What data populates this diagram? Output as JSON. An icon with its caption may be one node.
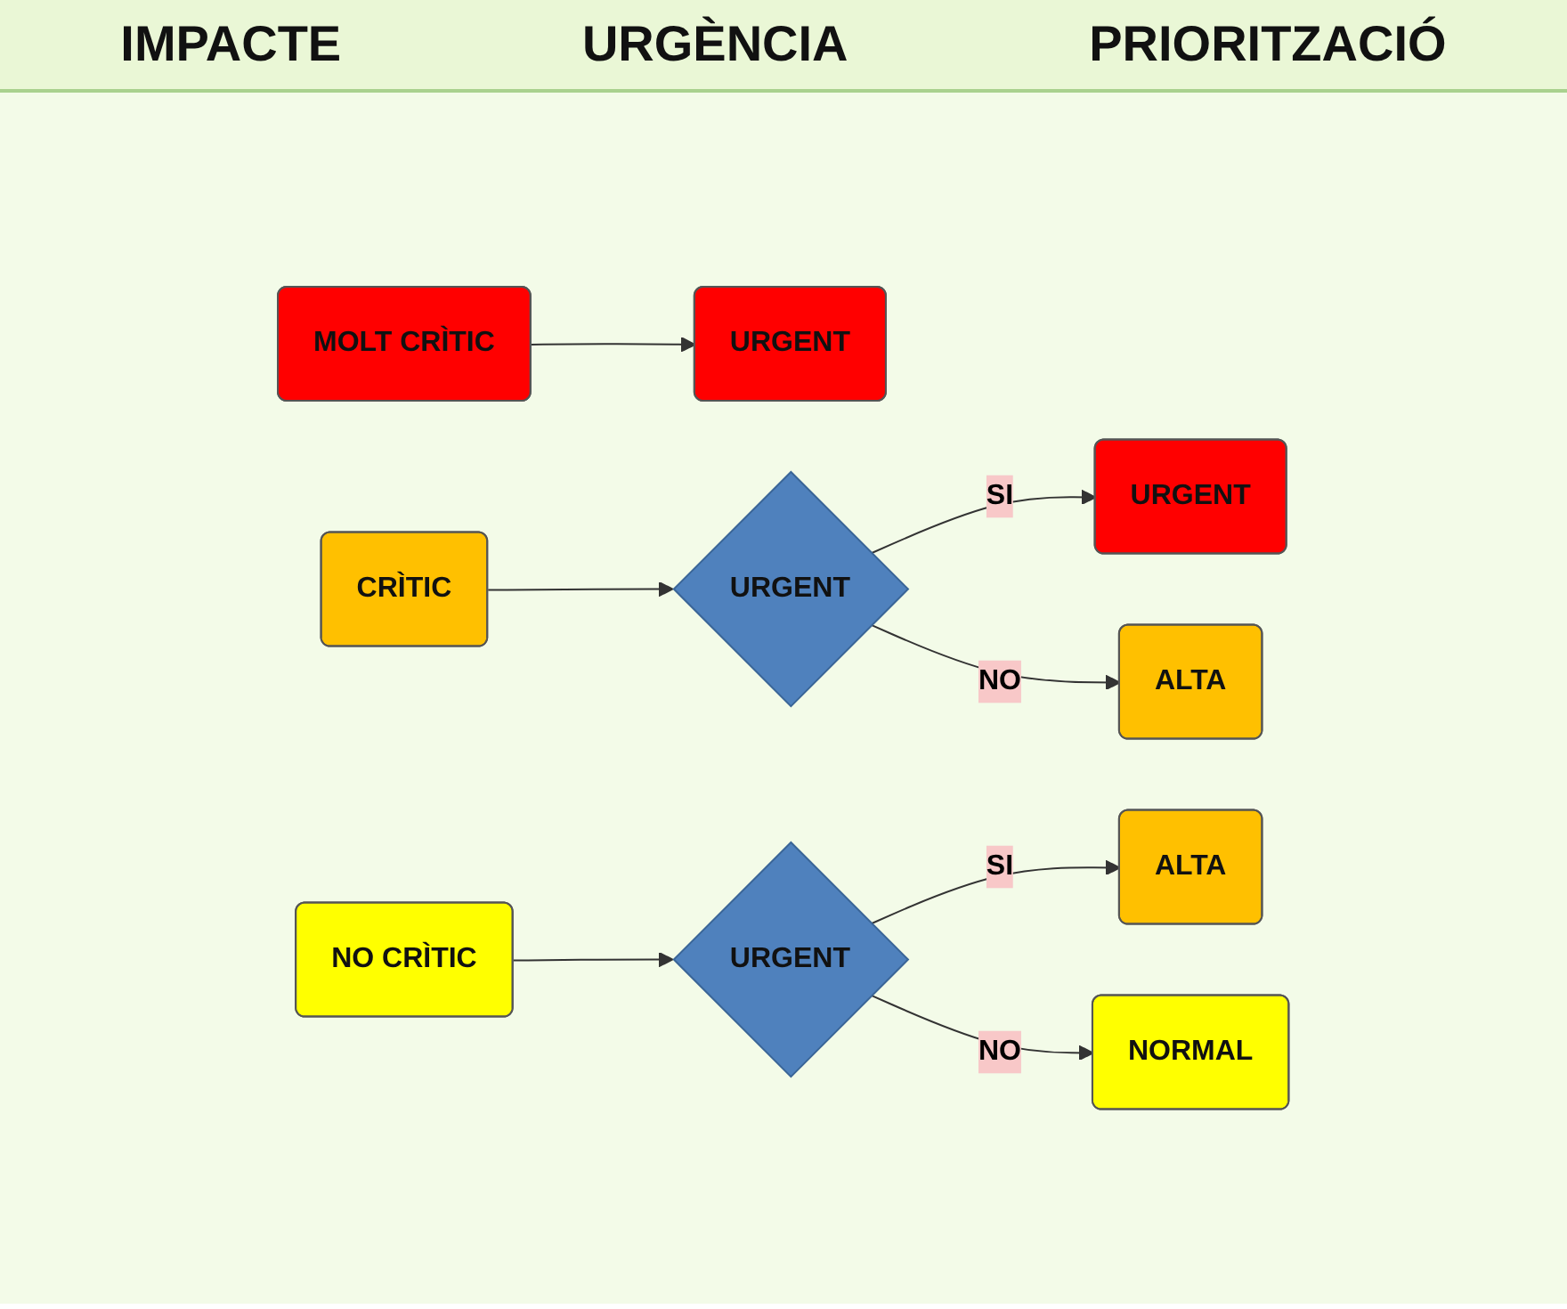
{
  "diagram": {
    "nodes": [
      {
        "text": [
          "MOLT CRÌTIC"
        ]
      },
      {
        "text": [
          "URGENT"
        ]
      },
      {
        "text": [
          "CRÌTIC"
        ]
      },
      {
        "text": [
          "URGENT"
        ]
      },
      {
        "text": [
          "URGENT"
        ]
      },
      {
        "text": [
          "ALTA"
        ]
      },
      {
        "text": [
          "NO CRÌTIC"
        ]
      },
      {
        "text": [
          "URGENT"
        ]
      },
      {
        "text": [
          "ALTA"
        ]
      },
      {
        "text": [
          "NORMAL"
        ]
      }
    ],
    "edges": [
      {
        "from": 0,
        "to": 1,
        "arrow": "to"
      },
      {
        "from": 2,
        "to": 3,
        "arrow": "to"
      },
      {
        "from": 3,
        "to": 4,
        "arrow": "to",
        "label": "SI"
      },
      {
        "from": 3,
        "to": 5,
        "arrow": "to",
        "label": "NO"
      },
      {
        "from": 6,
        "to": 7,
        "arrow": "to"
      },
      {
        "from": 7,
        "to": 8,
        "arrow": "to",
        "label": "SI"
      },
      {
        "from": 7,
        "to": 9,
        "arrow": "to",
        "label": "NO"
      }
    ],
    "labels": [
      "IMPACTE",
      "URGÈNCIA",
      "PRIORITZACIÓ"
    ]
  }
}
